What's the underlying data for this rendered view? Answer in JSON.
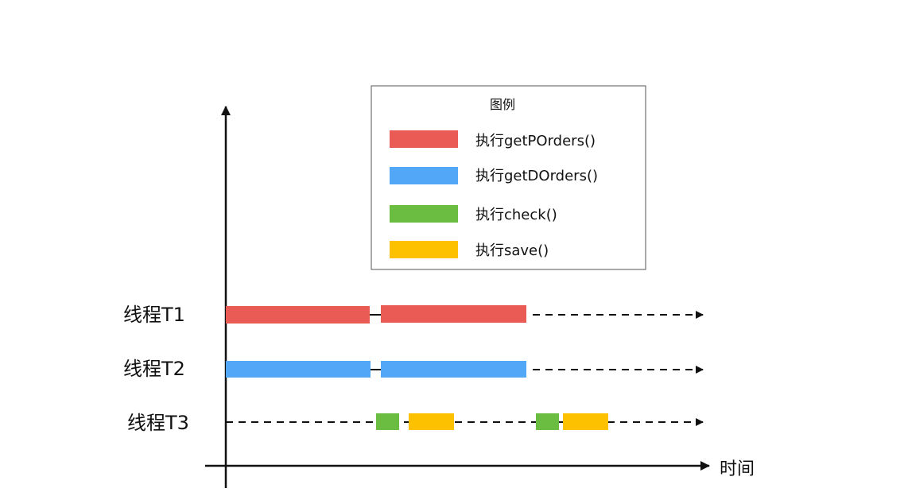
{
  "colors": {
    "getPOrders": "#ea5b55",
    "getDOrders": "#52a8f6",
    "check": "#6bbd41",
    "save": "#fdc100",
    "axis": "#111111"
  },
  "legend": {
    "title": "图例",
    "items": [
      {
        "label": "执行getPOrders()",
        "color_key": "getPOrders"
      },
      {
        "label": "执行getDOrders()",
        "color_key": "getDOrders"
      },
      {
        "label": "执行check()",
        "color_key": "check"
      },
      {
        "label": "执行save()",
        "color_key": "save"
      }
    ]
  },
  "axes": {
    "x_label": "时间"
  },
  "threads": [
    {
      "label": "线程T1"
    },
    {
      "label": "线程T2"
    },
    {
      "label": "线程T3"
    }
  ]
}
